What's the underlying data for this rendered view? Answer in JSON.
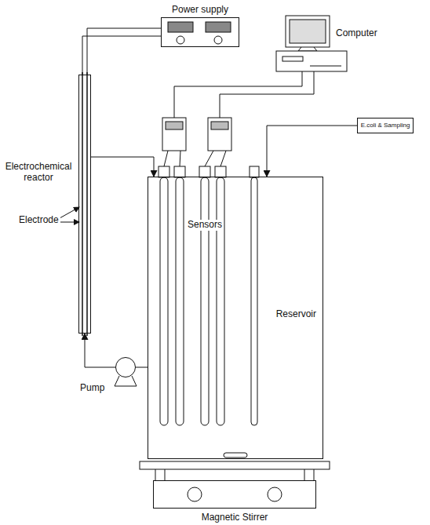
{
  "diagram": {
    "nodes": [
      {
        "text": [
          "Power supply"
        ]
      },
      {
        "text": [
          "Computer"
        ]
      },
      {
        "text": [
          "E.coli & Sampling"
        ]
      },
      {
        "text": [
          "Electrochemical reactor"
        ]
      },
      {
        "text": [
          "Reservoir"
        ]
      },
      {
        "text": [
          "Pump"
        ]
      },
      {
        "text": [
          "Magnetic Stirrer"
        ]
      }
    ],
    "edges": [
      {
        "from": 0,
        "to": 3,
        "arrow": "none"
      },
      {
        "from": 2,
        "to": 4,
        "arrow": "to"
      },
      {
        "from": 4,
        "to": 5,
        "arrow": "none"
      },
      {
        "from": 5,
        "to": 3,
        "arrow": "to"
      },
      {
        "from": 3,
        "to": 4,
        "arrow": "to"
      }
    ],
    "labels": [
      "Electrode",
      "Sensors"
    ]
  }
}
